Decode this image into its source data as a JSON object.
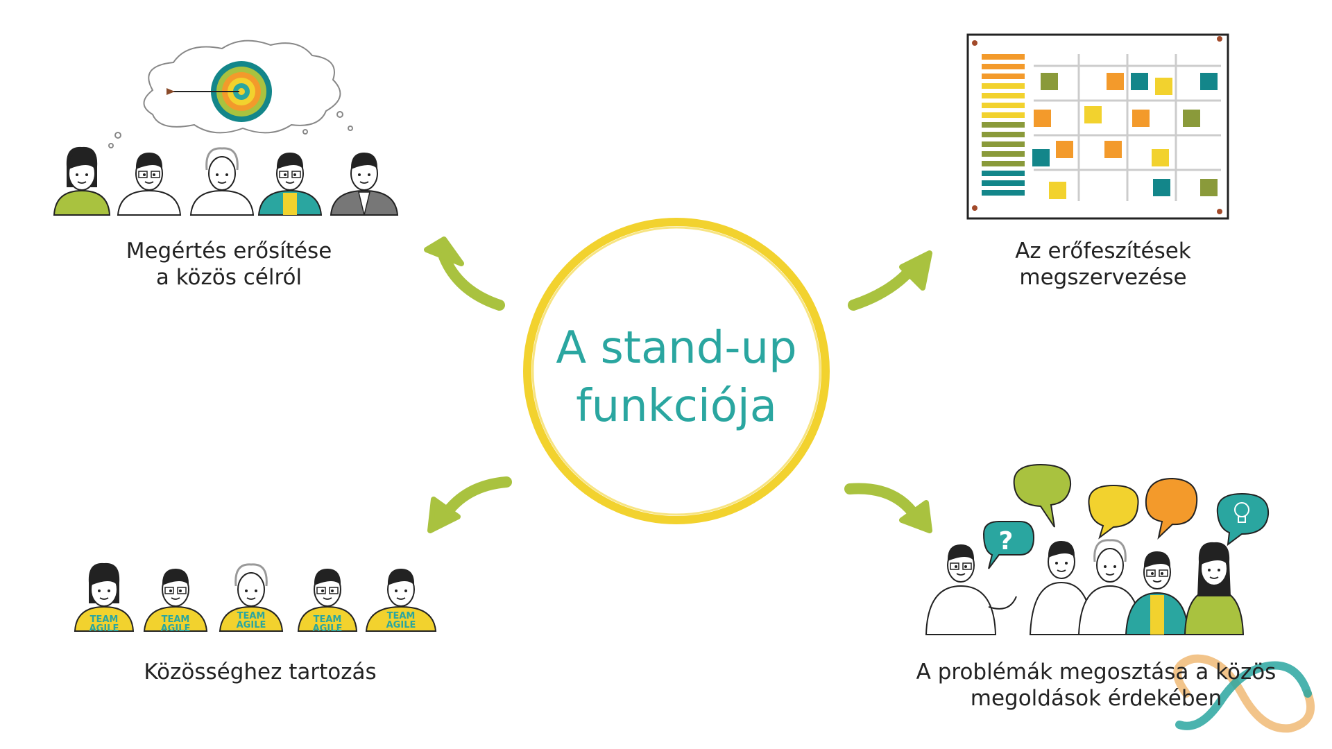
{
  "center": {
    "line1": "A stand-up",
    "line2": "funkciója"
  },
  "functions": {
    "goal": {
      "line1": "Megértés erősítése",
      "line2": "a közös célról"
    },
    "organize": {
      "line1": "Az erőfeszítések",
      "line2": "megszervezése"
    },
    "belonging": {
      "line1": "Közösséghez tartozás"
    },
    "problems": {
      "line1": "A problémák megosztása a közös",
      "line2": "megoldások érdekében"
    }
  },
  "shirt_text": {
    "line1": "TEAM",
    "line2": "AGILE"
  },
  "question_mark": "?",
  "colors": {
    "teal": "#2aa6a0",
    "yellow": "#f2d22e",
    "lime": "#a9c23f",
    "orange": "#f39a2b",
    "olive": "#8a9a3a",
    "dark_teal": "#13868a"
  }
}
